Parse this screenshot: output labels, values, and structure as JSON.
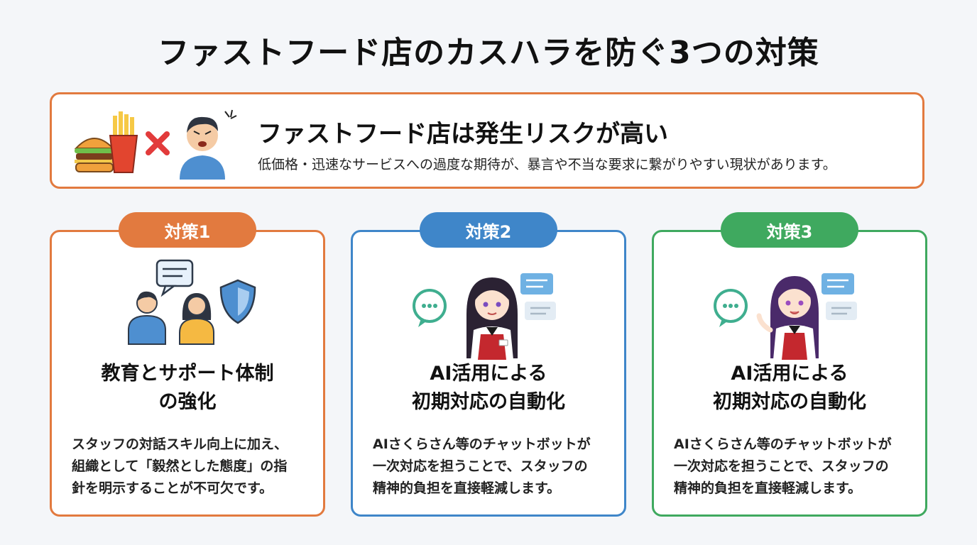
{
  "title": "ファストフード店のカスハラを防ぐ3つの対策",
  "risk": {
    "heading": "ファストフード店は発生リスクが高い",
    "description": "低価格・迅速なサービスへの過度な期待が、暴言や不当な要求に繋がりやすい現状があります。"
  },
  "cards": [
    {
      "badge": "対策1",
      "heading_lines": [
        "教育とサポート体制",
        "の強化"
      ],
      "desc_lines": [
        "スタッフの対話スキル向上に加え、",
        "組織として「毅然とした態度」の指",
        "針を明示することが不可欠です。"
      ],
      "color": "#e27a3f"
    },
    {
      "badge": "対策2",
      "heading_lines": [
        "AI活用による",
        "初期対応の自動化"
      ],
      "desc_lines": [
        "AIさくらさん等のチャットボットが",
        "一次対応を担うことで、スタッフの",
        "精神的負担を直接軽減します。"
      ],
      "color": "#3f86c9"
    },
    {
      "badge": "対策3",
      "heading_lines": [
        "AI活用による",
        "初期対応の自動化"
      ],
      "desc_lines": [
        "AIさくらさん等のチャットボットが",
        "一次対応を担うことで、スタッフの",
        "精神的負担を直接軽減します。"
      ],
      "color": "#3fa95f"
    }
  ],
  "icons": {
    "risk": [
      "burger-icon",
      "fries-icon",
      "cross-icon",
      "angry-customer-icon"
    ],
    "card1": [
      "speech-bubble-icon",
      "staff-man-icon",
      "staff-woman-icon",
      "shield-icon"
    ],
    "card2": [
      "chat-bubble-icon",
      "ai-assistant-character",
      "message-card-icon"
    ],
    "card3": [
      "chat-bubble-icon",
      "ai-assistant-character",
      "message-card-icon"
    ]
  }
}
